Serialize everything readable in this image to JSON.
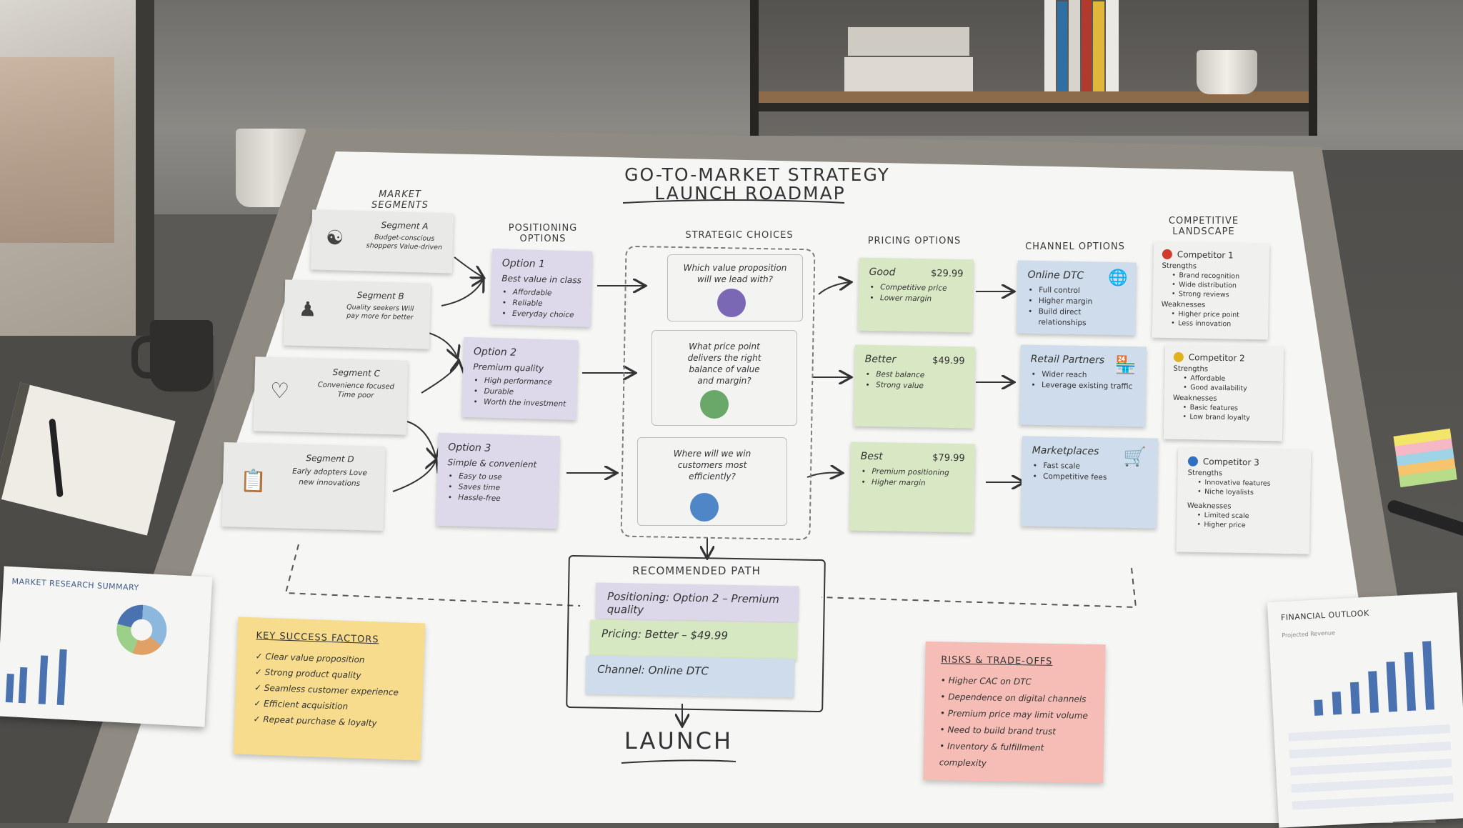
{
  "title_line1": "GO-TO-MARKET STRATEGY",
  "title_line2": "LAUNCH ROADMAP",
  "headers": {
    "segments": "MARKET SEGMENTS",
    "positioning": "POSITIONING OPTIONS",
    "strategic": "STRATEGIC CHOICES",
    "pricing": "PRICING OPTIONS",
    "channel": "CHANNEL OPTIONS",
    "competitive": "COMPETITIVE LANDSCAPE"
  },
  "segments": [
    {
      "name": "Segment A",
      "desc": "Budget-conscious shoppers Value-driven",
      "icon": "piggy-bank-icon"
    },
    {
      "name": "Segment B",
      "desc": "Quality seekers Will pay more for better",
      "icon": "users-icon"
    },
    {
      "name": "Segment C",
      "desc": "Convenience focused Time poor",
      "icon": "heart-icon"
    },
    {
      "name": "Segment D",
      "desc": "Early adopters Love new innovations",
      "icon": "clipboard-icon"
    }
  ],
  "positioning": [
    {
      "name": "Option 1",
      "sub": "Best value in class",
      "items": [
        "Affordable",
        "Reliable",
        "Everyday choice"
      ]
    },
    {
      "name": "Option 2",
      "sub": "Premium quality",
      "items": [
        "High performance",
        "Durable",
        "Worth the investment"
      ]
    },
    {
      "name": "Option 3",
      "sub": "Simple & convenient",
      "items": [
        "Easy to use",
        "Saves time",
        "Hassle-free"
      ]
    }
  ],
  "strategic": [
    {
      "question": "Which value proposition will we lead with?",
      "color": "#7a68b5"
    },
    {
      "question": "What price point delivers the right balance of value and margin?",
      "color": "#6aa86a"
    },
    {
      "question": "Where will we win customers most efficiently?",
      "color": "#4f86c8"
    }
  ],
  "pricing": [
    {
      "name": "Good",
      "price": "$29.99",
      "items": [
        "Competitive price",
        "Lower margin"
      ]
    },
    {
      "name": "Better",
      "price": "$49.99",
      "items": [
        "Best balance",
        "Strong value"
      ]
    },
    {
      "name": "Best",
      "price": "$79.99",
      "items": [
        "Premium positioning",
        "Higher margin"
      ]
    }
  ],
  "channels": [
    {
      "name": "Online DTC",
      "items": [
        "Full control",
        "Higher margin",
        "Build direct relationships"
      ],
      "icon": "globe-icon"
    },
    {
      "name": "Retail Partners",
      "items": [
        "Wider reach",
        "Leverage existing traffic"
      ],
      "icon": "storefront-icon"
    },
    {
      "name": "Marketplaces",
      "items": [
        "Fast scale",
        "Competitive fees"
      ],
      "icon": "cart-icon"
    }
  ],
  "competitors": [
    {
      "name": "Competitor 1",
      "color": "#d23a2e",
      "strengths_label": "Strengths",
      "strengths": [
        "Brand recognition",
        "Wide distribution",
        "Strong reviews"
      ],
      "weaknesses_label": "Weaknesses",
      "weaknesses": [
        "Higher price point",
        "Less innovation"
      ]
    },
    {
      "name": "Competitor 2",
      "color": "#e0b11e",
      "strengths_label": "Strengths",
      "strengths": [
        "Affordable",
        "Good availability"
      ],
      "weaknesses_label": "Weaknesses",
      "weaknesses": [
        "Basic features",
        "Low brand loyalty"
      ]
    },
    {
      "name": "Competitor 3",
      "color": "#2f6fc4",
      "strengths_label": "Strengths",
      "strengths": [
        "Innovative features",
        "Niche loyalists"
      ],
      "weaknesses_label": "Weaknesses",
      "weaknesses": [
        "Limited scale",
        "Higher price"
      ]
    }
  ],
  "recommended": {
    "title": "RECOMMENDED PATH",
    "positioning": "Positioning: Option 2 – Premium quality",
    "pricing": "Pricing: Better – $49.99",
    "channel": "Channel: Online DTC"
  },
  "launch": "LAUNCH",
  "ksf": {
    "title": "KEY SUCCESS FACTORS",
    "items": [
      "Clear value proposition",
      "Strong product quality",
      "Seamless customer experience",
      "Efficient acquisition",
      "Repeat purchase & loyalty"
    ]
  },
  "risks": {
    "title": "RISKS & TRADE-OFFS",
    "items": [
      "Higher CAC on DTC",
      "Dependence on digital channels",
      "Premium price may limit volume",
      "Need to build brand trust",
      "Inventory & fulfillment complexity"
    ]
  },
  "docs": {
    "market_research": "MARKET RESEARCH SUMMARY",
    "financial": "FINANCIAL OUTLOOK",
    "projected": "Projected Revenue"
  },
  "colors": {
    "segment_card": "#e9e9e7",
    "positioning_card": "#ded8eb",
    "pricing_card": "#d9e8c4",
    "channel_card": "#cfdceb",
    "ksf_note": "#f6dc8c",
    "risk_note": "#f5bdb6"
  }
}
